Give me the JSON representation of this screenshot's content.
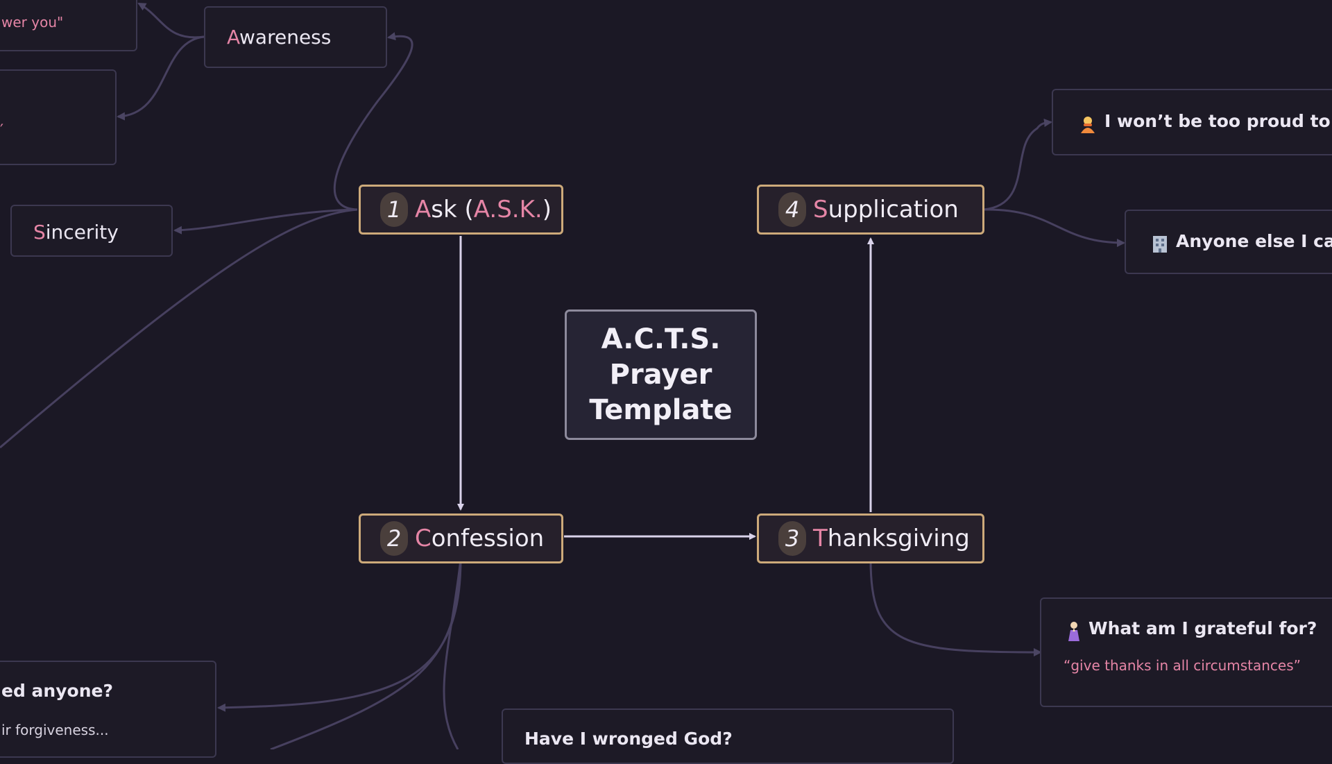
{
  "center": {
    "line1": "A.C.T.S.",
    "line2": "Prayer",
    "line3": "Template"
  },
  "steps": {
    "ask": {
      "num": "1",
      "first": "A",
      "rest": "sk (",
      "acronym": "A.S.K.",
      "close": ")"
    },
    "confession": {
      "num": "2",
      "first": "C",
      "rest": "onfession"
    },
    "thanksgiving": {
      "num": "3",
      "first": "T",
      "rest": "hanksgiving"
    },
    "supplication": {
      "num": "4",
      "first": "S",
      "rest": "upplication"
    }
  },
  "branches": {
    "awareness": {
      "first": "A",
      "rest": "wareness"
    },
    "sincerity": {
      "first": "S",
      "rest": "incerity"
    },
    "top_left_quote": "wer you\"",
    "proud": {
      "icon": "person-bowing-icon",
      "text": "I won’t be too proud to ask"
    },
    "anyone": {
      "icon": "building-icon",
      "text": "Anyone else I can"
    },
    "grateful": {
      "icon": "praying-person-icon",
      "title": "What am I grateful for?",
      "quote": "“give thanks in all circumstances”"
    },
    "wronged_anyone": {
      "title": "ed anyone?",
      "sub": "ir forgiveness..."
    },
    "wronged_god": {
      "title": "Have I wronged God?"
    }
  },
  "colors": {
    "background": "#1b1825",
    "main_border": "#cdaa7a",
    "accent_pink": "#e585a6",
    "connector_light": "#d9d2ea",
    "connector_dim": "#47405f"
  }
}
